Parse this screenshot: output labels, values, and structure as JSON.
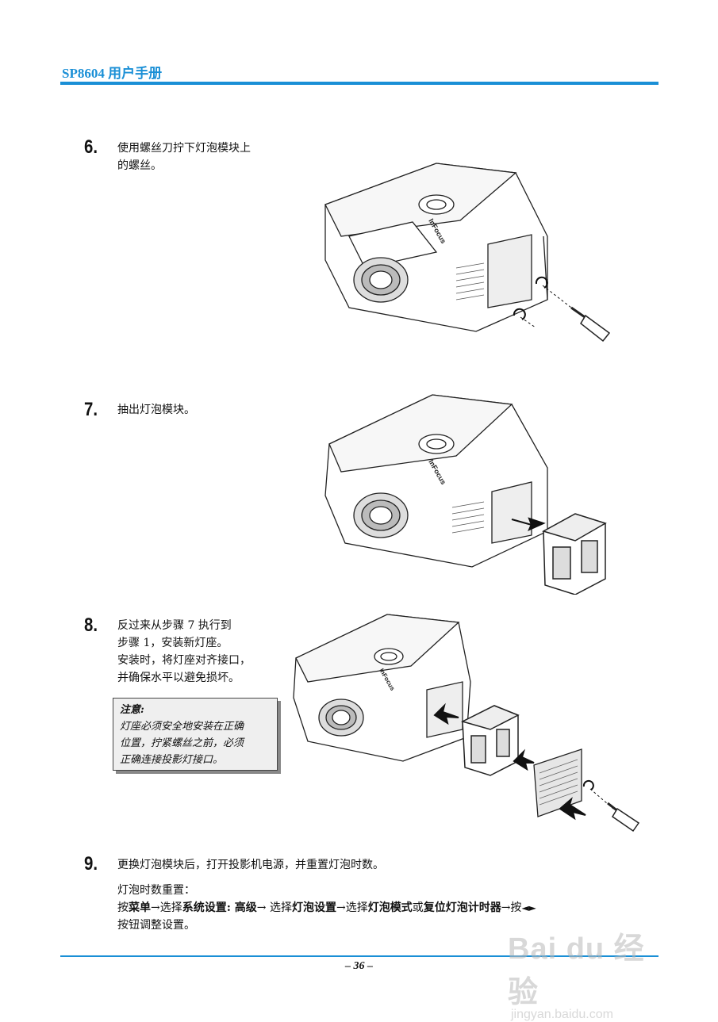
{
  "header": {
    "title": "SP8604 用户手册"
  },
  "steps": [
    {
      "number": "6.",
      "lines": [
        "使用螺丝刀拧下灯泡模块上",
        "的螺丝。"
      ]
    },
    {
      "number": "7.",
      "lines": [
        "抽出灯泡模块。"
      ]
    },
    {
      "number": "8.",
      "lines": [
        "反过来从步骤 7 执行到",
        "步骤 1，安装新灯座。",
        "安装时，将灯座对齐接口，",
        "并确保水平以避免损坏。"
      ]
    },
    {
      "number": "9.",
      "line1": "更换灯泡模块后，打开投影机电源，并重置灯泡时数。",
      "line2": "灯泡时数重置：",
      "line3": {
        "t1": "按",
        "b1": "菜单",
        "t2": "→选择",
        "b2": "系统设置: 高级",
        "t3": "→ 选择",
        "b3": "灯泡设置",
        "t4": "→选择",
        "b4": "灯泡模式",
        "t5": "或",
        "b5": "复位灯泡计时器",
        "t6": "→按",
        "b6": "◄►"
      },
      "line4": "按钮调整设置。"
    }
  ],
  "note": {
    "title": "注意:",
    "lines": [
      "灯座必须安全地安装在正确",
      "位置，拧紧螺丝之前，必须",
      "正确连接投影灯接口。"
    ]
  },
  "figures": {
    "brand_label": "InFocus"
  },
  "footer": {
    "page": "– 36 –"
  },
  "watermark": {
    "logo": "Bai du 经验",
    "url": "jingyan.baidu.com"
  }
}
